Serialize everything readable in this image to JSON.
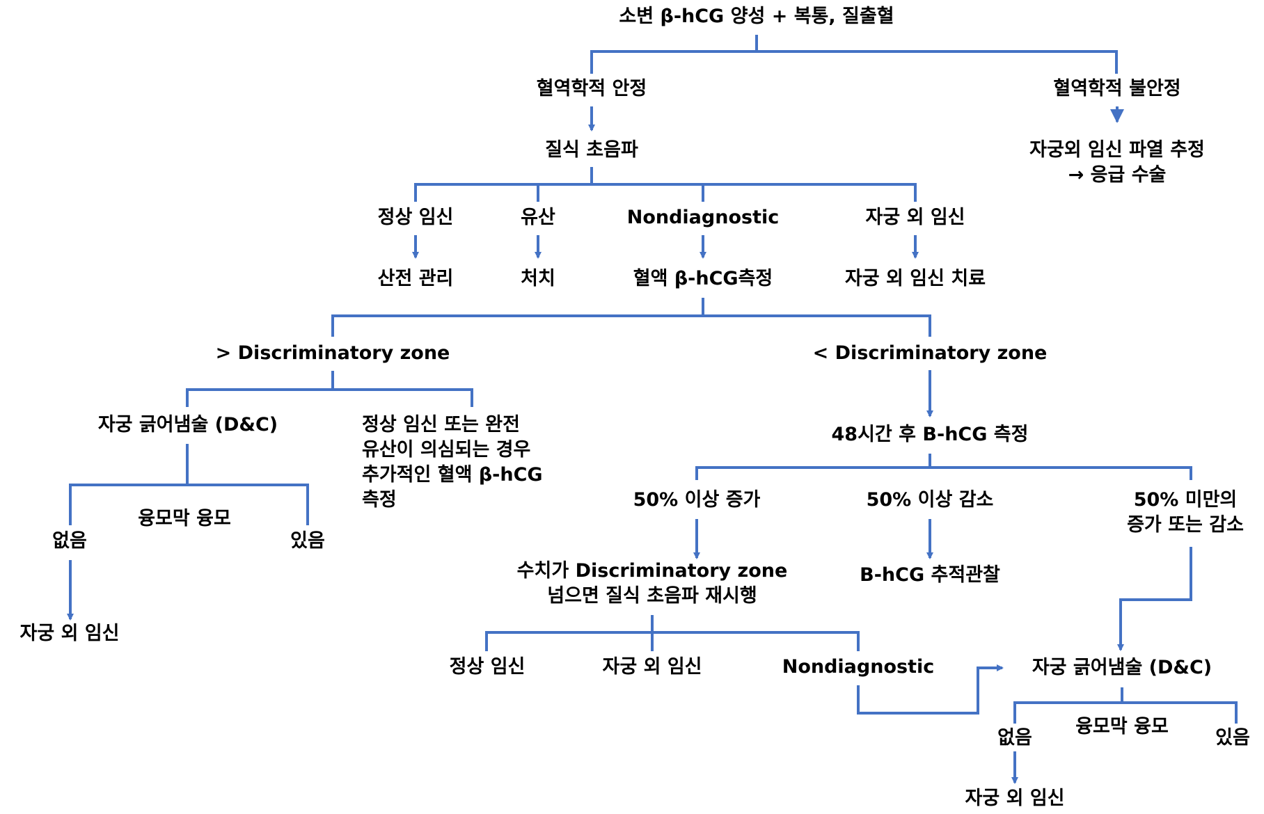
{
  "colors": {
    "connector": "#4472C4",
    "text": "#000000",
    "background": "#FFFFFF"
  },
  "nodes": {
    "root": "소변 β-hCG 양성 + 복통, 질출혈",
    "stable": "혈역학적 안정",
    "unstable": "혈역학적 불안정",
    "rupture": [
      "자궁외 임신 파열 추정",
      "→ 응급 수술"
    ],
    "tvus": "질식 초음파",
    "normal_preg": "정상 임신",
    "abortion": "유산",
    "nondiag": "Nondiagnostic",
    "ectopic": "자궁 외 임신",
    "prenatal": "산전 관리",
    "treatment": "처치",
    "serum_hcg": "혈액 β-hCG측정",
    "ectopic_tx": "자궁 외 임신 치료",
    "above_dz": "> Discriminatory zone",
    "below_dz": "< Discriminatory zone",
    "dc_left": "자궁 긁어냄술 (D&C)",
    "note_lines": [
      "정상 임신 또는 완전",
      "유산이 의심되는 경우",
      "추가적인 혈액 β-hCG",
      "측정"
    ],
    "villi_left": "융모막 융모",
    "absent_left": "없음",
    "present_left": "있음",
    "ectopic_left": "자궁 외 임신",
    "repeat_48h": "48시간 후 B-hCG 측정",
    "inc50": "50% 이상 증가",
    "dec50": "50% 이상 감소",
    "lt50": [
      "50% 미만의",
      "증가 또는 감소"
    ],
    "repeat_us": [
      "수치가 Discriminatory zone",
      "넘으면 질식 초음파 재시행"
    ],
    "followup": "B-hCG 추적관찰",
    "normal_preg2": "정상 임신",
    "ectopic2": "자궁 외 임신",
    "nondiag2": "Nondiagnostic",
    "dc_right": "자궁 긁어냄술 (D&C)",
    "villi_right": "융모막 융모",
    "absent_right": "없음",
    "present_right": "있음",
    "ectopic_right": "자궁 외 임신"
  }
}
